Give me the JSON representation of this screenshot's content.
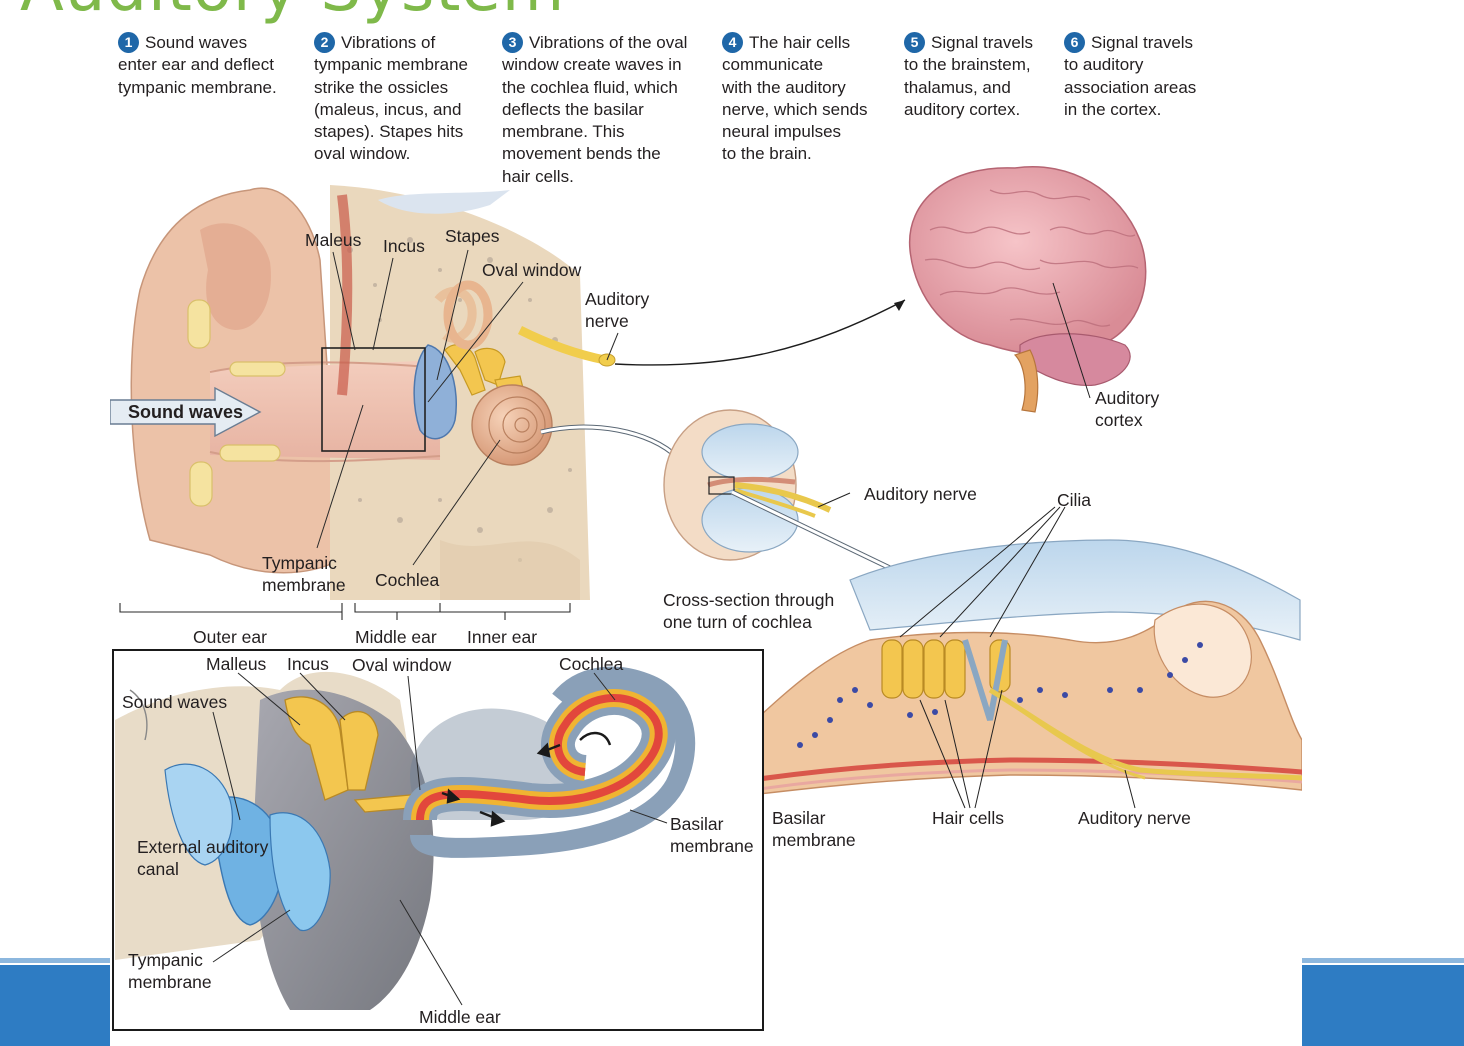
{
  "title": "Auditory System",
  "steps": [
    {
      "num": "1",
      "lines": [
        "Sound waves",
        "enter ear and deflect",
        "tympanic membrane."
      ]
    },
    {
      "num": "2",
      "lines": [
        "Vibrations of",
        "tympanic membrane",
        "strike the ossicles",
        "(maleus, incus, and",
        "stapes). Stapes hits",
        "oval window."
      ]
    },
    {
      "num": "3",
      "lines": [
        "Vibrations of the oval",
        "window create waves in",
        "the cochlea fluid, which",
        "deflects the basilar",
        "membrane. This",
        "movement bends the",
        "hair cells."
      ]
    },
    {
      "num": "4",
      "lines": [
        "The hair cells",
        "communicate",
        "with the auditory",
        "nerve, which sends",
        "neural impulses",
        "to the brain."
      ]
    },
    {
      "num": "5",
      "lines": [
        "Signal travels",
        "to the brainstem,",
        "thalamus, and",
        "auditory cortex."
      ]
    },
    {
      "num": "6",
      "lines": [
        "Signal travels",
        "to auditory",
        "association areas",
        "in the cortex."
      ]
    }
  ],
  "ear_labels": {
    "maleus": "Maleus",
    "incus": "Incus",
    "stapes": "Stapes",
    "oval_window": "Oval window",
    "auditory_nerve_1": "Auditory",
    "auditory_nerve_2": "nerve",
    "sound_waves": "Sound waves",
    "tympanic_1": "Tympanic",
    "tympanic_2": "membrane",
    "cochlea": "Cochlea",
    "outer_ear": "Outer ear",
    "middle_ear": "Middle ear",
    "inner_ear": "Inner ear"
  },
  "brain_labels": {
    "cortex_1": "Auditory",
    "cortex_2": "cortex"
  },
  "cross_section": {
    "auditory_nerve": "Auditory nerve",
    "caption_1": "Cross-section through",
    "caption_2": "one turn of cochlea"
  },
  "organ_labels": {
    "cilia": "Cilia",
    "basilar_1": "Basilar",
    "basilar_2": "membrane",
    "hair_cells": "Hair cells",
    "auditory_nerve": "Auditory nerve"
  },
  "inset_labels": {
    "malleus": "Malleus",
    "incus": "Incus",
    "oval_window": "Oval window",
    "cochlea": "Cochlea",
    "sound_waves": "Sound waves",
    "ext_canal_1": "External auditory",
    "ext_canal_2": "canal",
    "tympanic_1": "Tympanic",
    "tympanic_2": "membrane",
    "middle_ear": "Middle ear",
    "basilar_1": "Basilar",
    "basilar_2": "membrane"
  }
}
